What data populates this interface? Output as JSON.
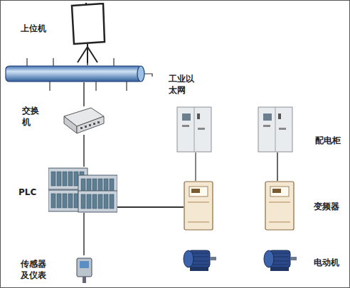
{
  "diagram": {
    "nodes": [
      {
        "text": [
          "上位机"
        ]
      },
      {
        "text": [
          "工业以 太网"
        ]
      },
      {
        "text": [
          "交换 机"
        ]
      },
      {
        "text": [
          "PLC"
        ]
      },
      {
        "text": [
          "传感器 及仪表"
        ]
      },
      {
        "text": [
          "配电柜"
        ]
      },
      {
        "text": [
          "变频器"
        ]
      },
      {
        "text": [
          "电动机"
        ]
      }
    ],
    "edges": [
      {
        "from": 0,
        "to": 1,
        "arrow": "none"
      },
      {
        "from": 1,
        "to": 2,
        "arrow": "none"
      },
      {
        "from": 2,
        "to": 3,
        "arrow": "none"
      },
      {
        "from": 3,
        "to": 4,
        "arrow": "none"
      },
      {
        "from": 5,
        "to": 6,
        "arrow": "none"
      }
    ]
  }
}
